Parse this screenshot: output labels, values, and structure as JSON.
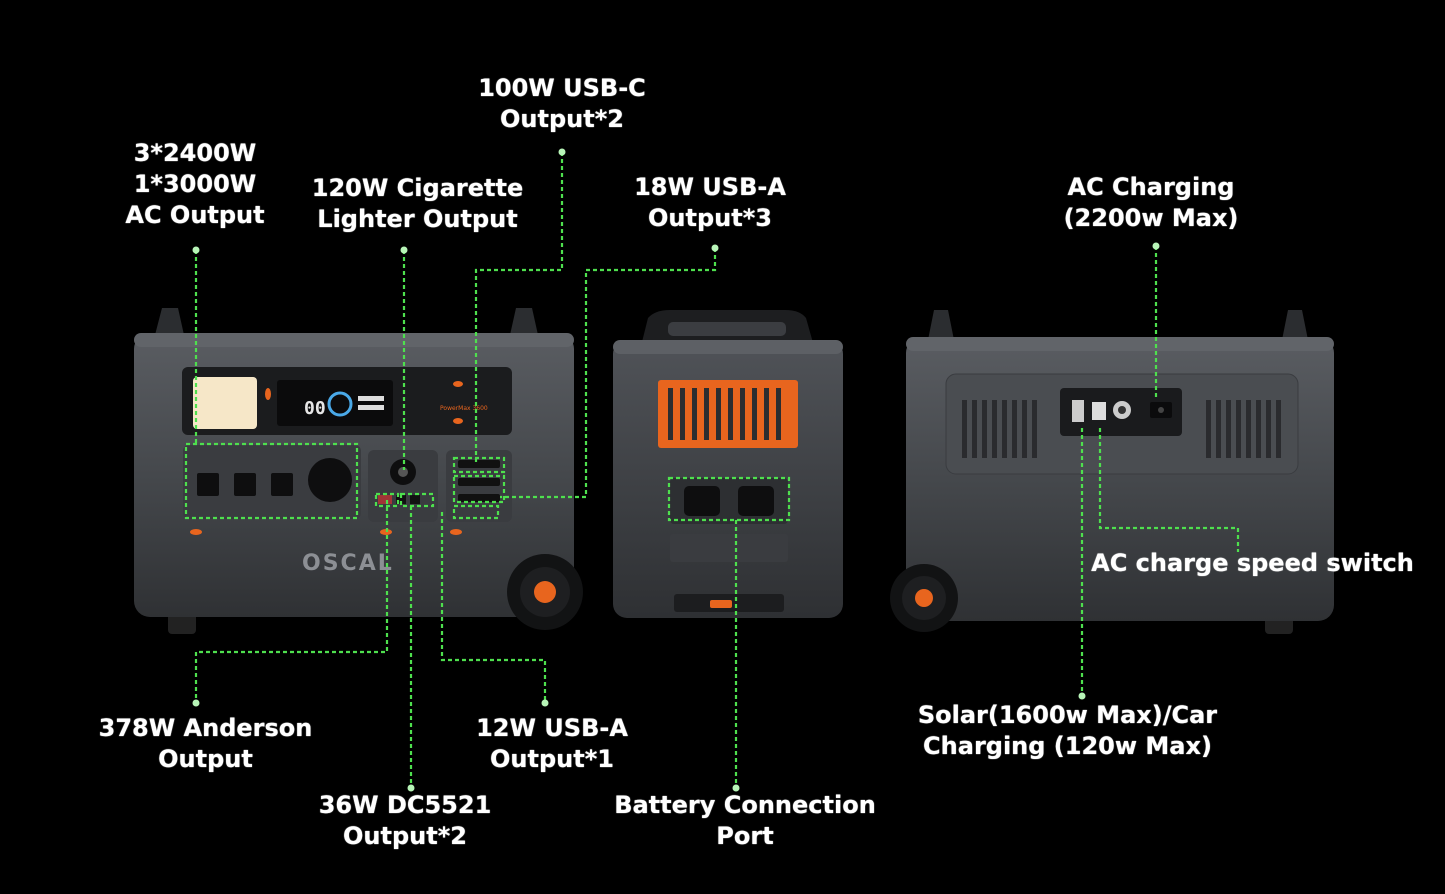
{
  "labels": {
    "ac_output": [
      "3*2400W",
      "1*3000W",
      "AC Output"
    ],
    "cigarette": [
      "120W Cigarette",
      "Lighter Output"
    ],
    "usb_c": [
      "100W USB-C",
      "Output*2"
    ],
    "usb_a18": [
      "18W USB-A",
      "Output*3"
    ],
    "ac_charging": [
      "AC Charging",
      "(2200w Max)"
    ],
    "charge_switch": [
      "AC charge speed switch"
    ],
    "anderson": [
      "378W Anderson",
      "Output"
    ],
    "usb_a12": [
      "12W USB-A",
      "Output*1"
    ],
    "dc5521": [
      "36W DC5521",
      "Output*2"
    ],
    "battery_port": [
      "Battery Connection",
      "Port"
    ],
    "solar": [
      "Solar(1600w Max)/Car",
      "Charging (120w Max)"
    ]
  },
  "device": {
    "brand": "OSCAL",
    "model": "PowerMax 3600",
    "screen_digits": "00"
  },
  "colors": {
    "callout": "#4ee04e",
    "body": "#4a4d52",
    "accent": "#e8651e"
  }
}
